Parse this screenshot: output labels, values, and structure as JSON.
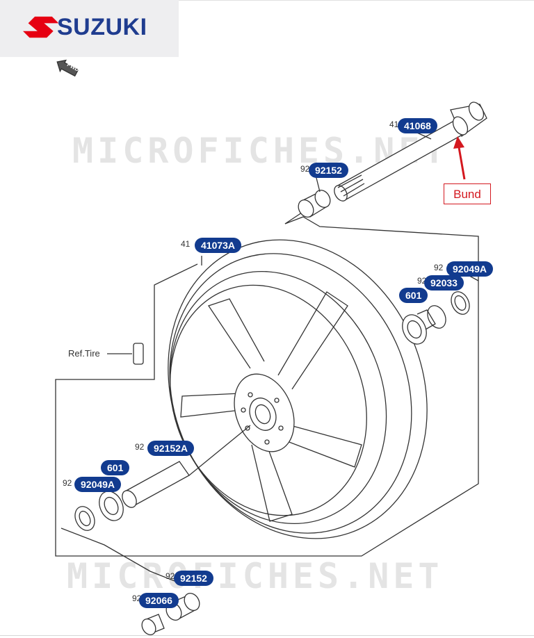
{
  "brand": {
    "name": "SUZUKI",
    "logo_color": "#e60012",
    "text_color": "#1f3c8f"
  },
  "watermark": "MICROFICHES.NET",
  "fwd_label": "FWD",
  "annotation": {
    "label": "Bund",
    "color": "#d4181f"
  },
  "ref_label": "Ref.Tire",
  "parts": [
    {
      "prefix": "41",
      "code": "41068"
    },
    {
      "prefix": "92",
      "code": "92152"
    },
    {
      "prefix": "41",
      "code": "41073A"
    },
    {
      "prefix": "92",
      "code": "92049A"
    },
    {
      "prefix": "92",
      "code": "92033"
    },
    {
      "prefix": "",
      "code": "601"
    },
    {
      "prefix": "92",
      "code": "92152A"
    },
    {
      "prefix": "",
      "code": "601"
    },
    {
      "prefix": "92",
      "code": "92049A"
    },
    {
      "prefix": "92",
      "code": "92152"
    },
    {
      "prefix": "92",
      "code": "92066"
    }
  ],
  "colors": {
    "badge": "#123b8f",
    "line": "#333333"
  }
}
